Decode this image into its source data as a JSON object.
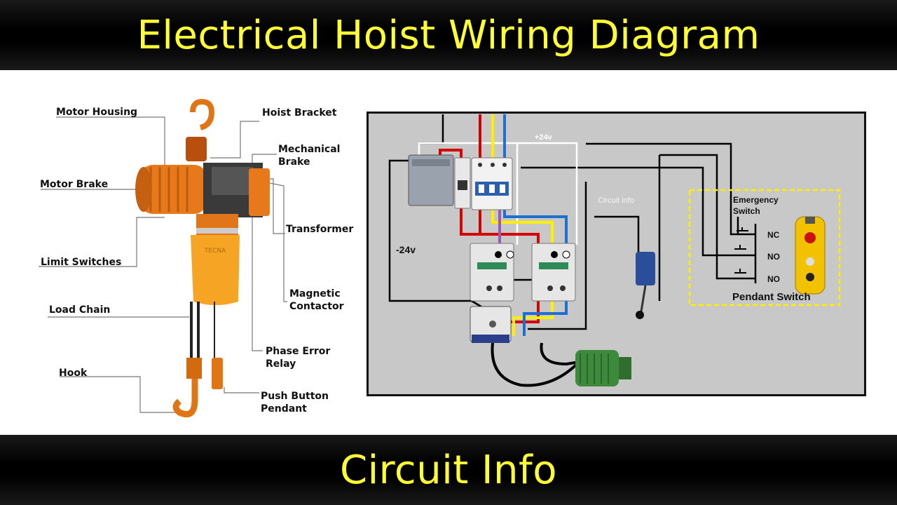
{
  "header": {
    "title": "Electrical Hoist Wiring Diagram"
  },
  "footer": {
    "title": "Circuit Info"
  },
  "hoist_labels": {
    "motor_housing": "Motor Housing",
    "hoist_bracket": "Hoist Bracket",
    "mechanical_brake_1": "Mechanical",
    "mechanical_brake_2": "Brake",
    "motor_brake": "Motor Brake",
    "transformer": "Transformer",
    "limit_switches": "Limit Switches",
    "magnetic_contactor_1": "Magnetic",
    "magnetic_contactor_2": "Contactor",
    "load_chain": "Load Chain",
    "phase_error_relay_1": "Phase Error",
    "phase_error_relay_2": "Relay",
    "hook": "Hook",
    "push_button_pendant_1": "Push Button",
    "push_button_pendant_2": "Pendant"
  },
  "schematic": {
    "plus_24v": "+24v",
    "minus_24v": "-24v",
    "watermark": "Circuit info",
    "emergency_switch_1": "Emergency",
    "emergency_switch_2": "Switch",
    "nc": "NC",
    "no_1": "NO",
    "no_2": "NO",
    "pendant_switch": "Pendant Switch"
  },
  "colors": {
    "title_yellow": "#ffff33",
    "phase_red": "#d40000",
    "phase_yellow": "#ffee00",
    "phase_blue": "#1f6fd0",
    "panel_gray": "#c8c8c8",
    "hoist_orange": "#e8791a"
  }
}
